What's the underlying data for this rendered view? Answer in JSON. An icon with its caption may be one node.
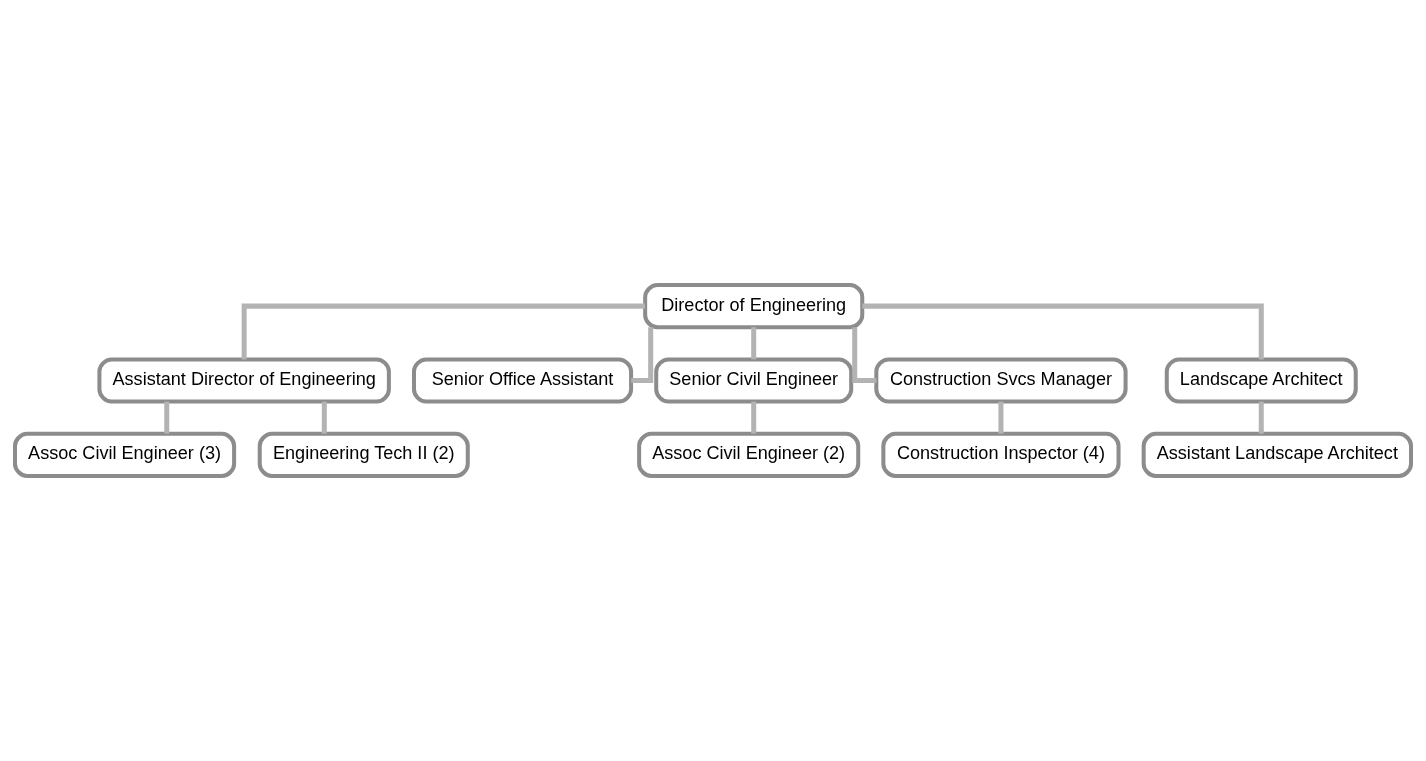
{
  "diagram": {
    "nodes": [
      {
        "text": [
          "Director of Engineering"
        ]
      },
      {
        "text": [
          "Assistant Director of Engineering"
        ]
      },
      {
        "text": [
          "Senior Office Assistant"
        ]
      },
      {
        "text": [
          "Senior Civil Engineer"
        ]
      },
      {
        "text": [
          "Construction Svcs Manager"
        ]
      },
      {
        "text": [
          "Landscape Architect"
        ]
      },
      {
        "text": [
          "Assoc Civil Engineer (3)"
        ]
      },
      {
        "text": [
          "Engineering Tech II (2)"
        ]
      },
      {
        "text": [
          "Assoc Civil Engineer (2)"
        ]
      },
      {
        "text": [
          "Construction Inspector (4)"
        ]
      },
      {
        "text": [
          "Assistant Landscape Architect"
        ]
      }
    ],
    "edges": [
      {
        "from": 0,
        "to": 1,
        "arrow": "none"
      },
      {
        "from": 0,
        "to": 2,
        "arrow": "none"
      },
      {
        "from": 0,
        "to": 3,
        "arrow": "none"
      },
      {
        "from": 0,
        "to": 4,
        "arrow": "none"
      },
      {
        "from": 0,
        "to": 5,
        "arrow": "none"
      },
      {
        "from": 1,
        "to": 6,
        "arrow": "none"
      },
      {
        "from": 1,
        "to": 7,
        "arrow": "none"
      },
      {
        "from": 3,
        "to": 8,
        "arrow": "none"
      },
      {
        "from": 4,
        "to": 9,
        "arrow": "none"
      },
      {
        "from": 5,
        "to": 10,
        "arrow": "none"
      }
    ]
  }
}
